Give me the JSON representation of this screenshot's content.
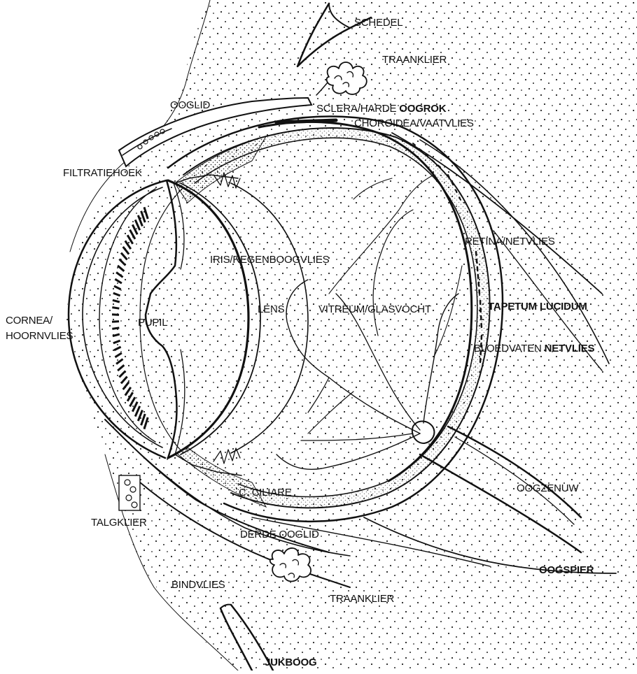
{
  "diagram": {
    "labels": {
      "schedel": "SCHEDEL",
      "traanklier_top": "TRAANKLIER",
      "ooglid": "OOGLID",
      "sclera_regular": "SCLERA/HARDE ",
      "sclera_bold": "OOGROK",
      "choroidea": "CHOROIDEA/VAATVLIES",
      "filtratiehoek": "FILTRATIEHOEK",
      "retina": "RETINA/NETVLIES",
      "iris": "IRIS/REGENBOOGVLIES",
      "tapetum": "TAPETUM LUCIDUM",
      "cornea_line1": "CORNEA/",
      "cornea_line2": "HOORNVLIES",
      "pupil": "PUPIL",
      "lens": "LENS",
      "vitreum": "VITREUM/GLASVOCHT",
      "bloedvaten_regular": "BLOEDVATEN ",
      "bloedvaten_bold": "NETVLIES",
      "oogzenuw": "OOGZENUW",
      "c_ciliare": "C. CILIARE",
      "talgklier": "TALGKLIER",
      "derde_ooglid": "DERDE OOGLID",
      "oogspier": "OOGSPIER",
      "bindvlies": "BINDVLIES",
      "traanklier_bottom": "TRAANKLIER",
      "jukboog": "JUKBOOG"
    }
  }
}
